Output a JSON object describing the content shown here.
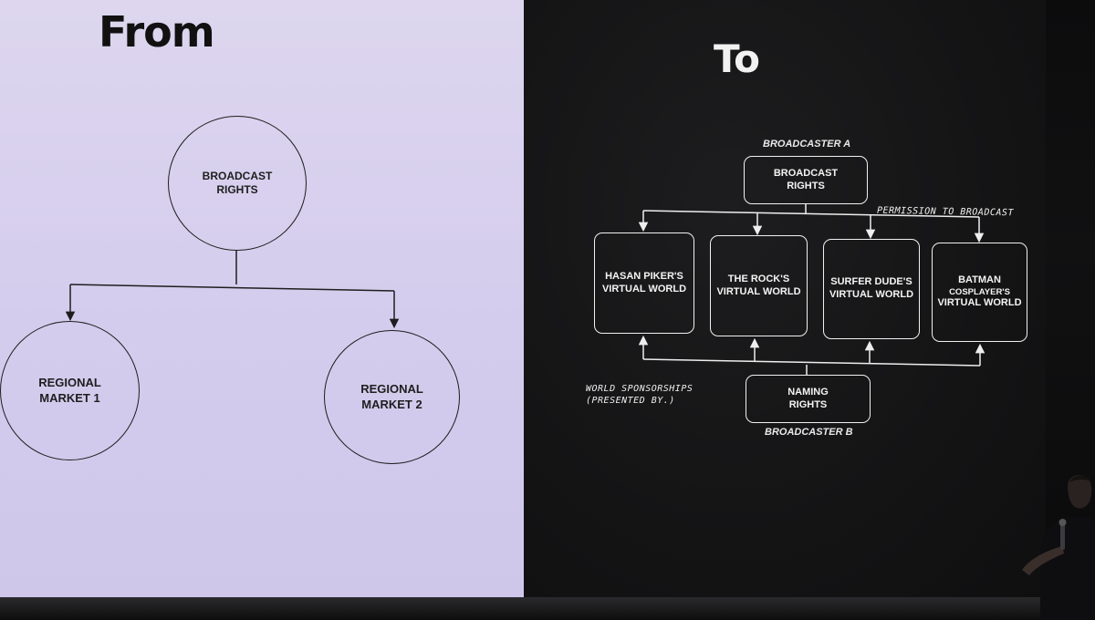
{
  "left_slide": {
    "title": "From",
    "nodes": {
      "broadcast_rights": [
        "BROADCAST",
        "RIGHTS"
      ],
      "regional_market_1": [
        "REGIONAL",
        "MARKET 1"
      ],
      "regional_market_2": [
        "REGIONAL",
        "MARKET 2"
      ]
    }
  },
  "right_slide": {
    "title": "To",
    "broadcaster_a_label": "BROADCASTER A",
    "broadcaster_b_label": "BROADCASTER B",
    "broadcast_rights": [
      "BROADCAST",
      "RIGHTS"
    ],
    "naming_rights": [
      "NAMING",
      "RIGHTS"
    ],
    "permission_note": "PERMISSION TO BROADCAST",
    "sponsorship_note": [
      "WORLD SPONSORSHIPS",
      "(PRESENTED BY.)"
    ],
    "worlds": [
      [
        "HASAN PIKER'S",
        "VIRTUAL WORLD"
      ],
      [
        "THE ROCK'S",
        "VIRTUAL WORLD"
      ],
      [
        "SURFER DUDE'S",
        "VIRTUAL WORLD"
      ],
      [
        "BATMAN",
        "COSPLAYER'S",
        "VIRTUAL WORLD"
      ]
    ]
  },
  "colors": {
    "left_background": "#d6cfee",
    "right_background": "#151516",
    "left_ink": "#1e1e1e",
    "right_ink": "#f1f1f1"
  }
}
